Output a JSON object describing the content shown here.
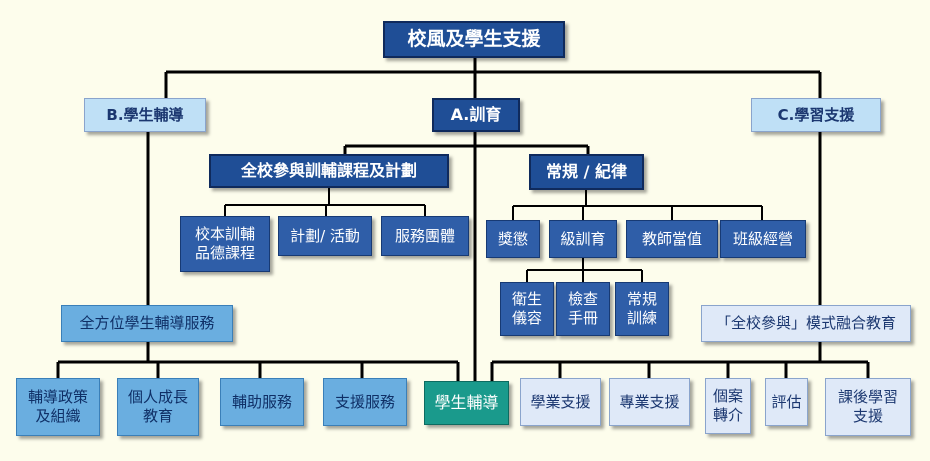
{
  "root": "校風及學生支援",
  "branch_a": "A.訓育",
  "branch_b": "B.學生輔導",
  "branch_c": "C.學習支援",
  "a_left": {
    "title": "全校參與訓輔課程及計劃",
    "items": [
      "校本訓輔\n品德課程",
      "計劃/ 活動",
      "服務團體"
    ]
  },
  "a_right": {
    "title": "常規 / 紀律",
    "items": [
      "獎懲",
      "級訓育",
      "教師當值",
      "班級經營"
    ],
    "sub_items": [
      "衛生\n儀容",
      "檢查\n手冊",
      "常規\n訓練"
    ]
  },
  "b_mid": "全方位學生輔導服務",
  "b_items": [
    "輔導政策\n及組織",
    "個人成長\n教育",
    "輔助服務",
    "支援服務"
  ],
  "shared": "學生輔導",
  "c_mid": "「全校參與」模式融合教育",
  "c_items": [
    "學業支援",
    "專業支援",
    "個案\n轉介",
    "評估",
    "課後學習\n支援"
  ]
}
